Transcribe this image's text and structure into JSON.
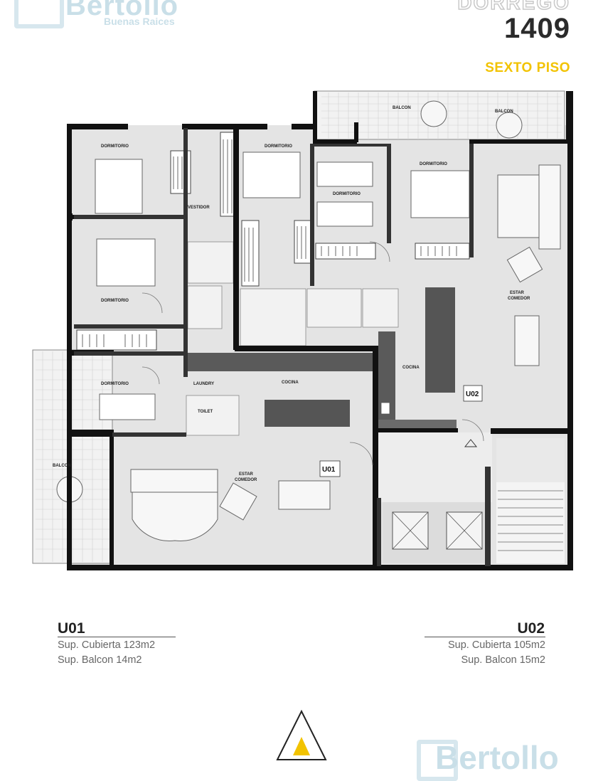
{
  "header": {
    "brand": "Bertollo",
    "brand_sub": "Buenas Raices",
    "street": "DORREGO",
    "number": "1409",
    "floor": "SEXTO PISO"
  },
  "plan_labels": {
    "balcon": "BALCON",
    "dormitorio": "DORMITORIO",
    "vestidor": "VESTIDOR",
    "laundry": "LAUNDRY",
    "toilet": "TOILET",
    "cocina": "COCINA",
    "estar_line1": "ESTAR",
    "comedor": "COMEDOR",
    "u01": "U01",
    "u02": "U02"
  },
  "units": [
    {
      "title": "U01",
      "cubierta": "Sup. Cubierta 123m2",
      "balcon": "Sup. Balcon 14m2"
    },
    {
      "title": "U02",
      "cubierta": "Sup. Cubierta 105m2",
      "balcon": "Sup. Balcon 15m2"
    }
  ],
  "colors": {
    "accent": "#f2c300",
    "brand": "#c9dfe8",
    "wall": "#111111",
    "floor": "#e3e3e3"
  },
  "footer": {
    "brand": "Bertollo"
  }
}
